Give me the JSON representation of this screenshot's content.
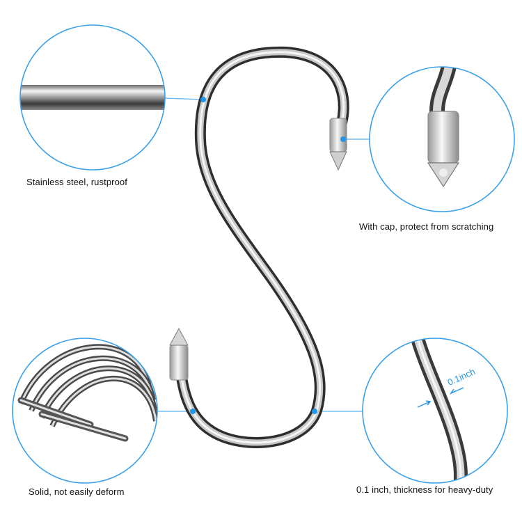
{
  "callouts": {
    "material": {
      "caption": "Stainless steel,  rustproof",
      "icon": "steel-rod-closeup"
    },
    "cap": {
      "caption": "With cap,  protect from scratching",
      "icon": "capped-hook-tip-closeup"
    },
    "solid": {
      "caption": "Solid, not easily deform",
      "icon": "stacked-hooks-closeup"
    },
    "thickness": {
      "caption": "0.1 inch, thickness for heavy-duty",
      "icon": "wire-thickness-closeup",
      "measure_label": "0.1inch"
    }
  },
  "product": {
    "name": "s-hook",
    "finish": "chrome"
  },
  "colors": {
    "accent": "#2196e8",
    "circle_stroke": "#3aa0ea",
    "connector": "#5db0ee",
    "text": "#111111",
    "steel_dark": "#3a3a3a",
    "steel_light": "#e8e8e8"
  }
}
